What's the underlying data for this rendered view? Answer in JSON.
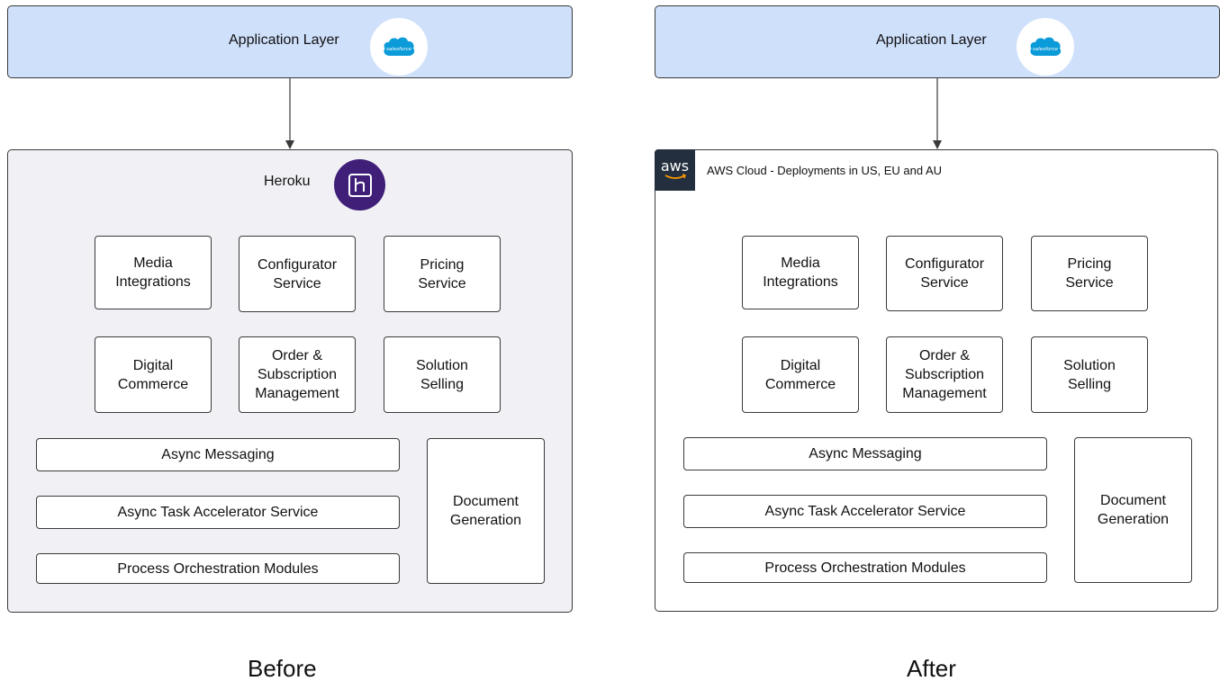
{
  "before": {
    "application_layer": {
      "label": "Application Layer",
      "logo": "salesforce-cloud-icon"
    },
    "platform": {
      "label": "Heroku",
      "logo": "heroku-icon",
      "background": "#f1f0f5"
    },
    "services": [
      "Media\nIntegrations",
      "Configurator\nService",
      "Pricing\nService",
      "Digital\nCommerce",
      "Order &\nSubscription\nManagement",
      "Solution\nSelling"
    ],
    "bars": [
      "Async Messaging",
      "Async Task Accelerator Service",
      "Process Orchestration Modules"
    ],
    "side_box": "Document\nGeneration",
    "caption": "Before"
  },
  "after": {
    "application_layer": {
      "label": "Application Layer",
      "logo": "salesforce-cloud-icon"
    },
    "platform": {
      "label": "AWS Cloud - Deployments in US, EU and AU",
      "logo_text": "aws",
      "logo": "aws-icon",
      "background": "#ffffff"
    },
    "services": [
      "Media\nIntegrations",
      "Configurator\nService",
      "Pricing\nService",
      "Digital\nCommerce",
      "Order &\nSubscription\nManagement",
      "Solution\nSelling"
    ],
    "bars": [
      "Async Messaging",
      "Async Task Accelerator Service",
      "Process Orchestration Modules"
    ],
    "side_box": "Document\nGeneration",
    "caption": "After"
  },
  "colors": {
    "application_layer_fill": "#cfe0fb",
    "salesforce_blue": "#0b9bd8",
    "heroku_purple": "#3f1f78",
    "aws_dark": "#232f3e",
    "aws_orange": "#ff9900"
  }
}
